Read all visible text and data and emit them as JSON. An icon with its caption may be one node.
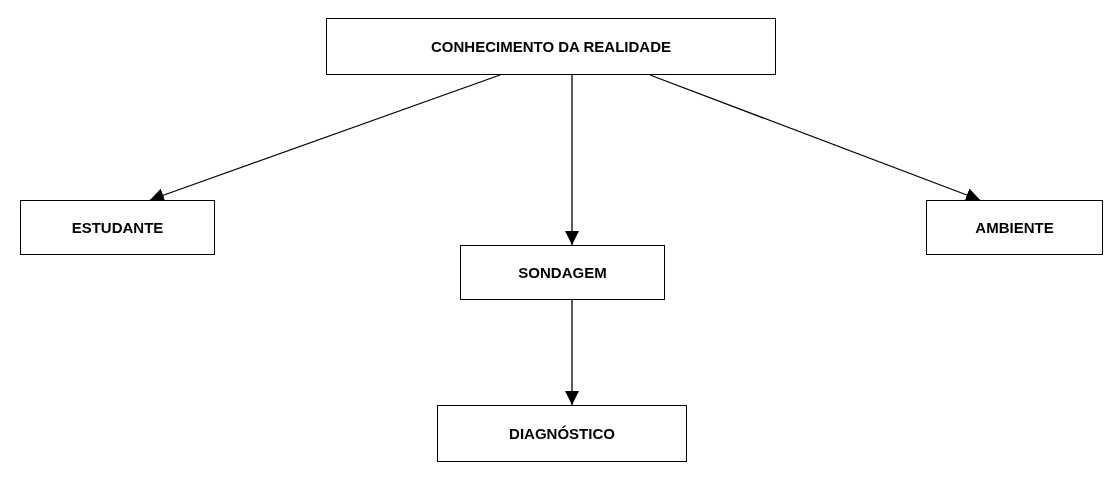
{
  "diagram": {
    "nodes": [
      {
        "text": [
          "CONHECIMENTO DA REALIDADE"
        ]
      },
      {
        "text": [
          "ESTUDANTE"
        ]
      },
      {
        "text": [
          "SONDAGEM"
        ]
      },
      {
        "text": [
          "AMBIENTE"
        ]
      },
      {
        "text": [
          "DIAGNÓSTICO"
        ]
      }
    ],
    "edges": [
      {
        "from": 0,
        "to": 1,
        "arrow": "to"
      },
      {
        "from": 0,
        "to": 2,
        "arrow": "to"
      },
      {
        "from": 0,
        "to": 3,
        "arrow": "to"
      },
      {
        "from": 2,
        "to": 4,
        "arrow": "to"
      }
    ]
  }
}
